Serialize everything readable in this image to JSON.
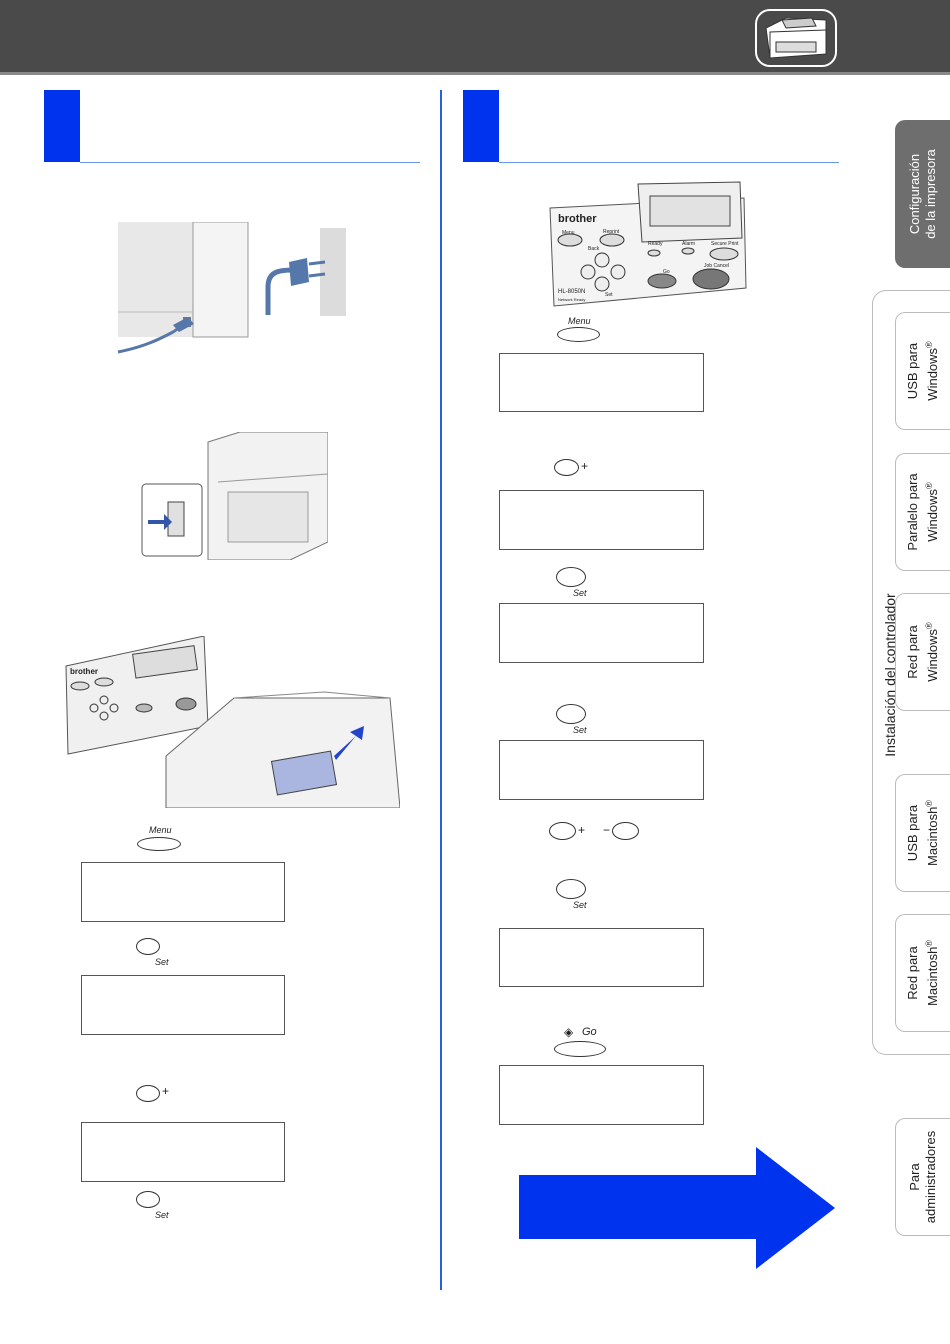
{
  "tabs": {
    "printer_setup": {
      "line1": "Configuración",
      "line2": "de la impresora"
    },
    "usb_windows": {
      "line1": "USB para",
      "line2": "Windows",
      "sup": "®"
    },
    "parallel_windows": {
      "line1": "Paralelo para",
      "line2": "Windows",
      "sup": "®"
    },
    "network_windows": {
      "line1": "Red para",
      "line2": "Windows",
      "sup": "®"
    },
    "usb_macintosh": {
      "line1": "USB para",
      "line2": "Macintosh",
      "sup": "®"
    },
    "network_macintosh": {
      "line1": "Red para",
      "line2": "Macintosh",
      "sup": "®"
    },
    "administrators": {
      "line1": "Para",
      "line2": "administradores"
    },
    "driver_group_label": "Instalación del controlador"
  },
  "buttons": {
    "menu": "Menu",
    "set": "Set",
    "plus": "+",
    "minus": "−",
    "go": "Go"
  },
  "panel_labels": {
    "brand": "brother",
    "menu": "Menu",
    "reprint": "Reprint",
    "back": "Back",
    "ready": "Ready",
    "alarm": "Alarm",
    "secure_print": "Secure Print",
    "go": "Go",
    "job_cancel": "Job Cancel",
    "set": "Set",
    "model": "HL-8050N",
    "model_sub": "Network Ready"
  },
  "colors": {
    "accent_blue": "#0033ee",
    "header_gray": "#4a4a4a"
  }
}
